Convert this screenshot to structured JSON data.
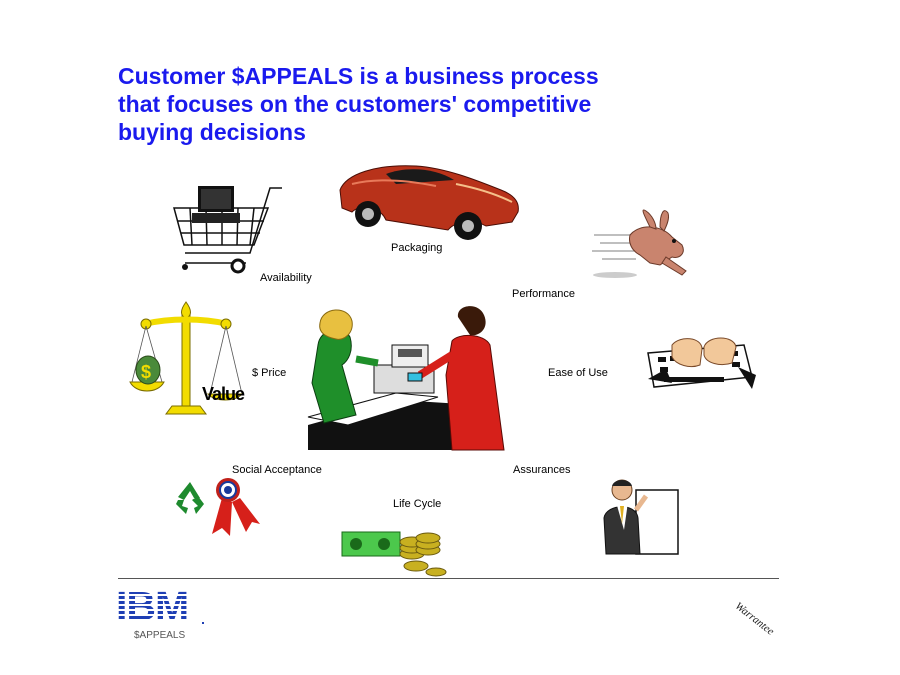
{
  "title_lines": [
    "Customer $APPEALS is a business process",
    "that focuses on the customers' competitive",
    "buying decisions"
  ],
  "labels": {
    "packaging": "Packaging",
    "availability": "Availability",
    "performance": "Performance",
    "price": "$ Price",
    "ease_of_use": "Ease of Use",
    "social_acceptance": "Social Acceptance",
    "assurances": "Assurances",
    "life_cycle": "Life Cycle"
  },
  "value_word": "Value",
  "footer": {
    "logo_text": "IBM",
    "label": "$APPEALS",
    "signature": "Warrantee"
  },
  "colors": {
    "title": "#1a1aee",
    "logo": "#1f3fb4",
    "car": "#b8321a",
    "scale": "#f2dc00"
  }
}
